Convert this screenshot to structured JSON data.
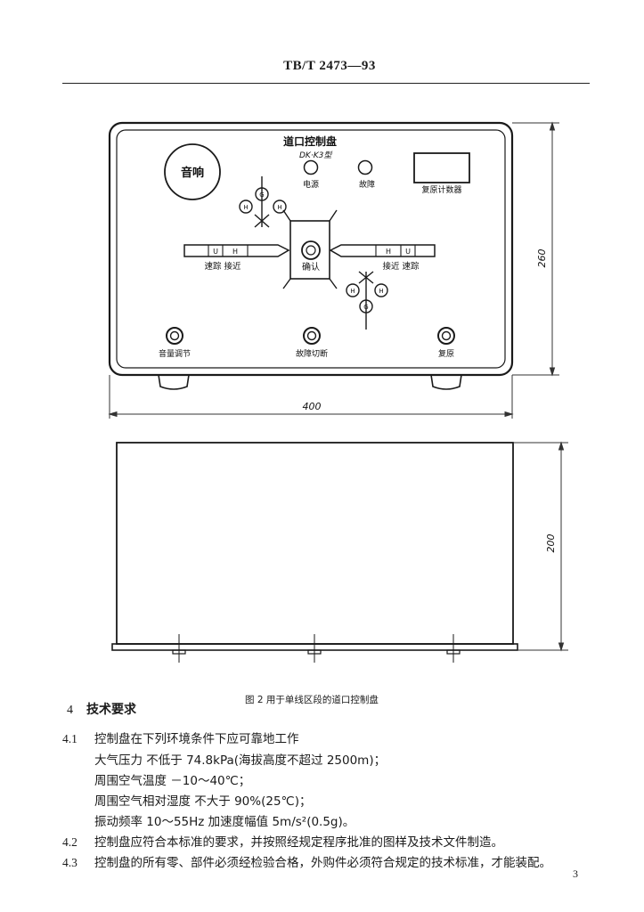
{
  "header": {
    "standard_code": "TB/T 2473—93"
  },
  "panel": {
    "title": "道口控制盘",
    "model": "DK·K3型",
    "dial_label": "音响",
    "indicator_power": "电源",
    "indicator_fault": "故障",
    "counter_label": "复原计数器",
    "center_button": "确认",
    "left_arrow_labels": [
      "U",
      "H"
    ],
    "right_arrow_labels": [
      "H",
      "U"
    ],
    "left_bottom_text": "速踪  接近",
    "right_bottom_text": "接近  速踪",
    "signal_letters": {
      "top": "G",
      "side": "H"
    },
    "button_volume": "音量调节",
    "button_fault_cut": "故障切断",
    "button_reset": "复原",
    "dim_width": "400",
    "dim_height": "260",
    "dim_depth": "200"
  },
  "figure_caption": "图 2   用于单线区段的道口控制盘",
  "section": {
    "number": "4",
    "title": "技术要求",
    "items": [
      {
        "number": "4.1",
        "text": "控制盘在下列环境条件下应可靠地工作"
      },
      {
        "text": "大气压力   不低于 74.8kPa(海拔高度不超过 2500m)；"
      },
      {
        "text": "周围空气温度   －10～40℃；"
      },
      {
        "text": "周围空气相对湿度   不大于 90%(25℃)；"
      },
      {
        "text": "振动频率 10～55Hz   加速度幅值 5m/s²(0.5g)。"
      },
      {
        "number": "4.2",
        "text": "控制盘应符合本标准的要求，并按照经规定程序批准的图样及技术文件制造。"
      },
      {
        "number": "4.3",
        "text": "控制盘的所有零、部件必须经检验合格，外购件必须符合规定的技术标准，才能装配。"
      }
    ]
  },
  "page_number": "3"
}
